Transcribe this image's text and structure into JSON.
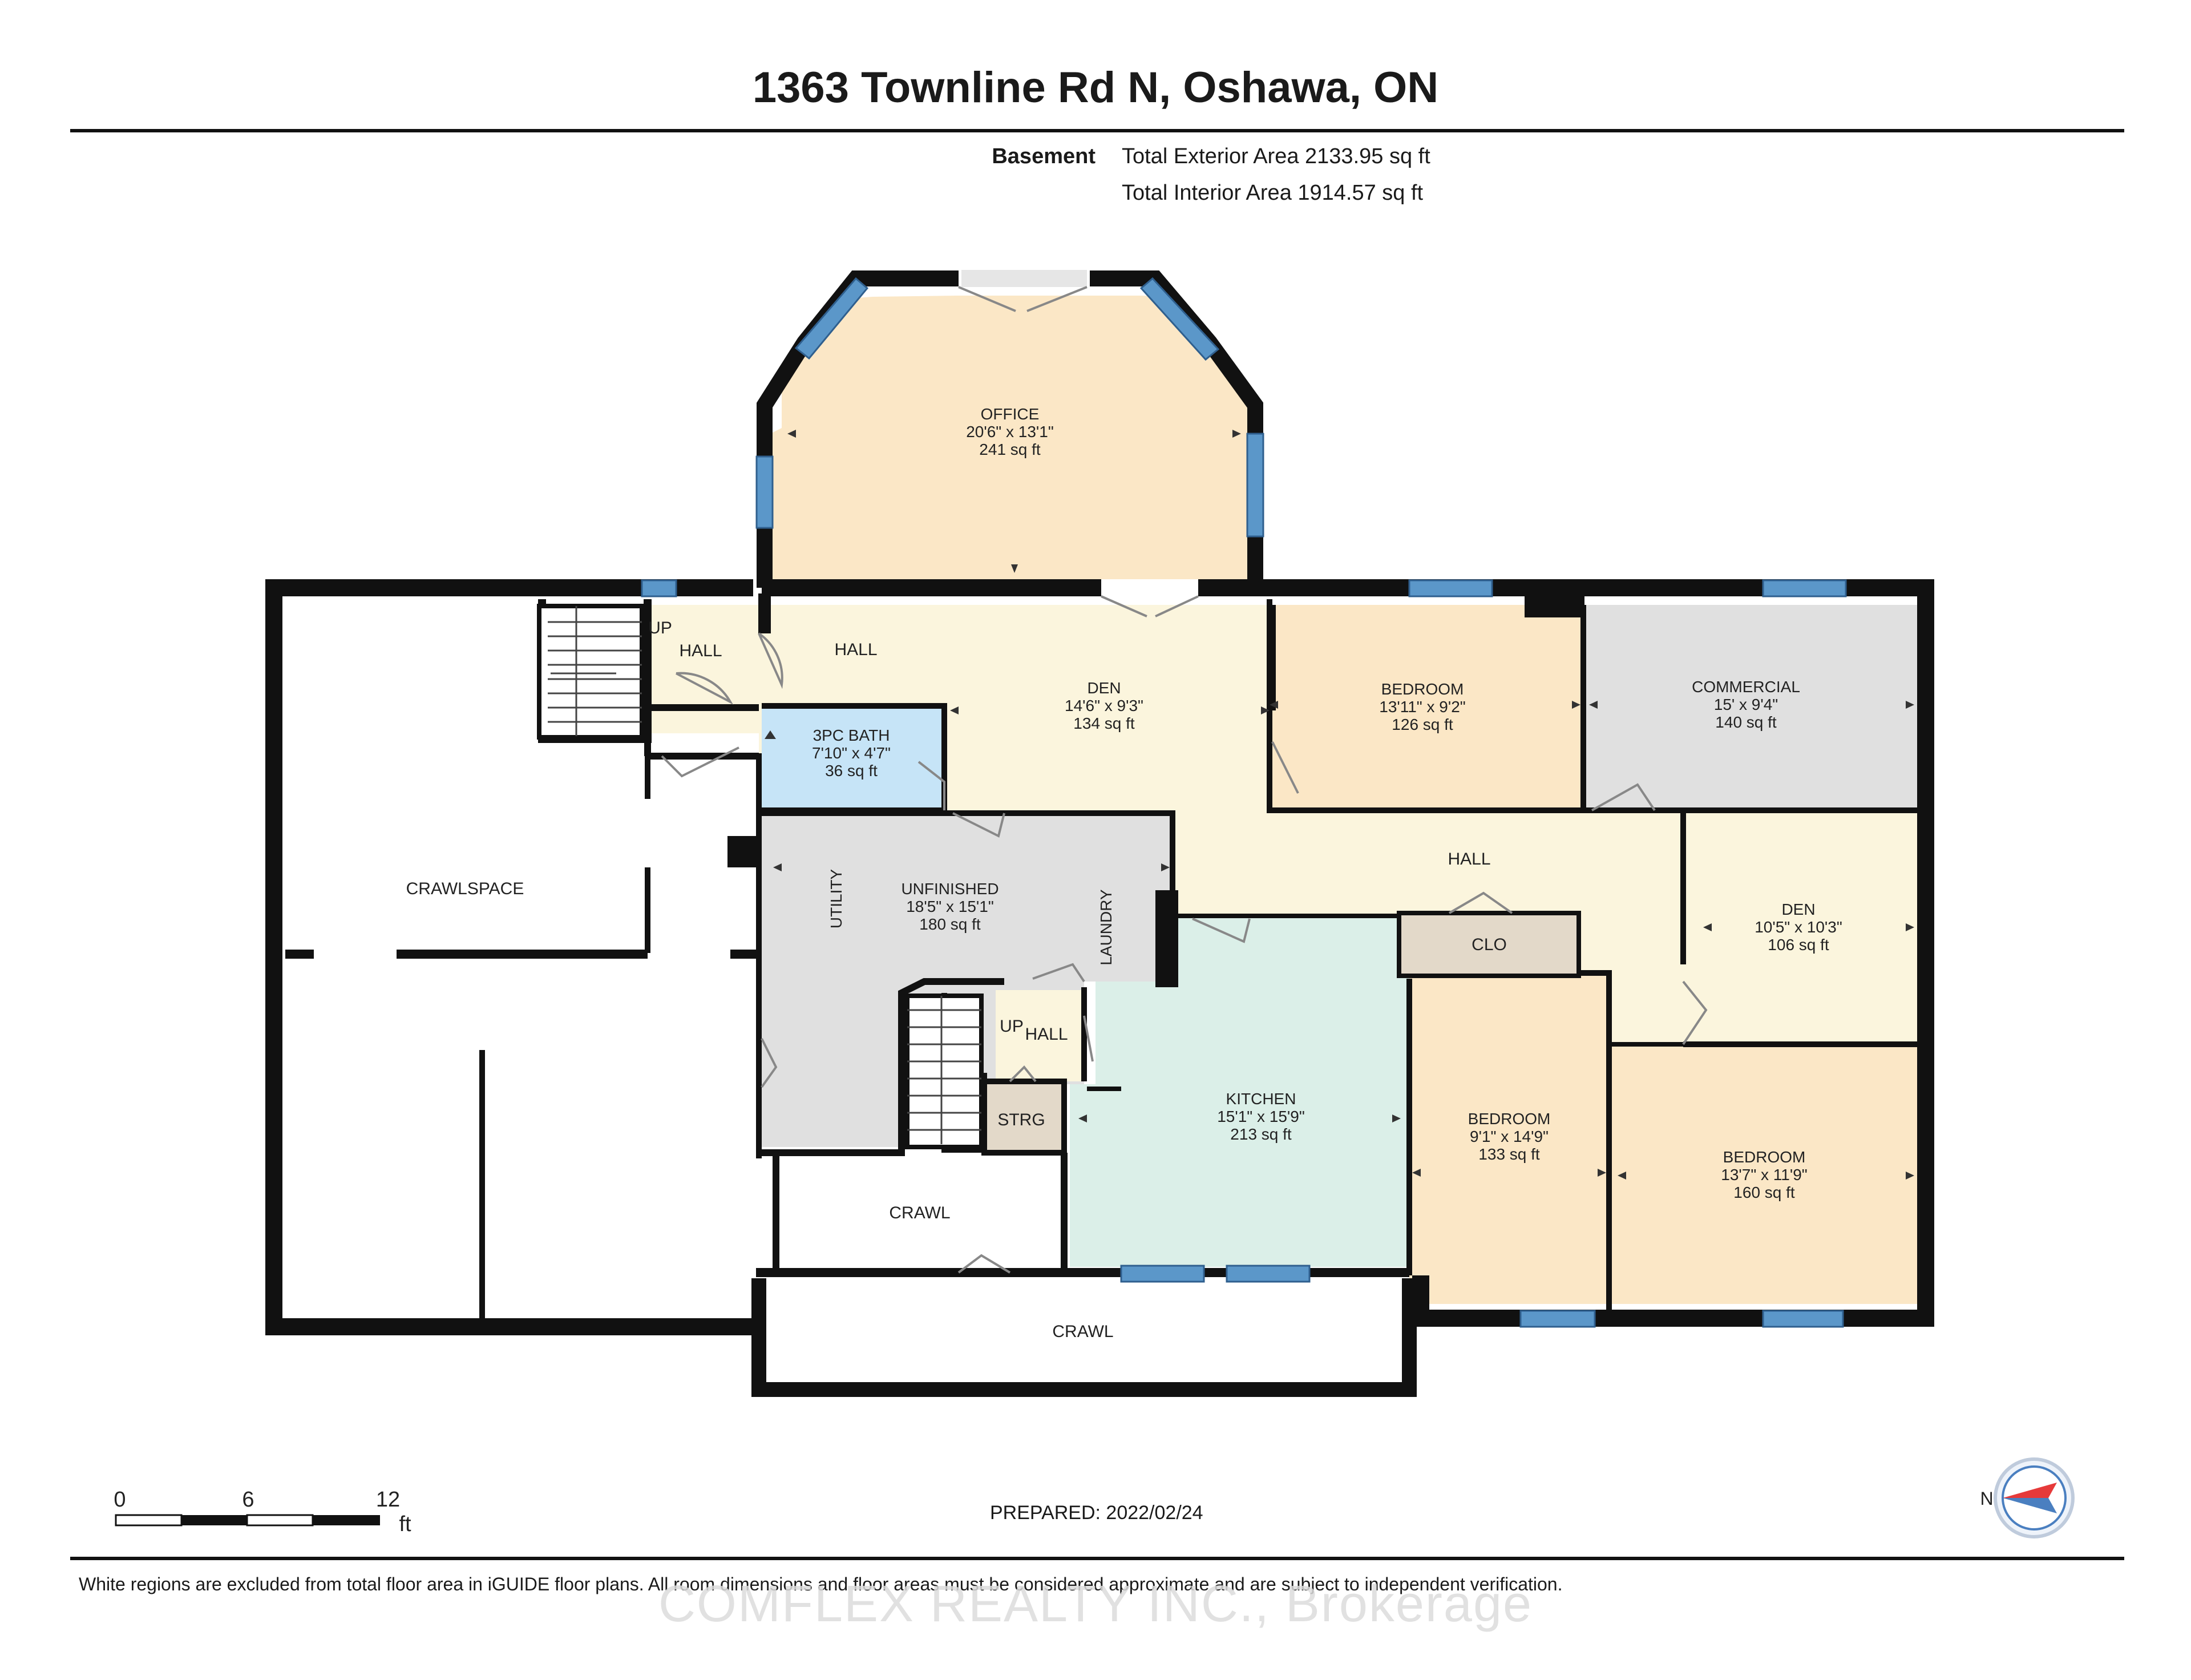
{
  "header": {
    "title": "1363 Townline Rd N, Oshawa, ON",
    "level": "Basement",
    "exterior_area": "Total Exterior Area 2133.95 sq ft",
    "interior_area": "Total Interior Area 1914.57 sq ft"
  },
  "rooms": [
    {
      "id": "office",
      "name": "OFFICE",
      "dims": "20'6\" x 13'1\"",
      "area": "241 sq ft",
      "color": "#fbe7c6"
    },
    {
      "id": "hall-small",
      "name": "HALL",
      "color": "#fbf5dd"
    },
    {
      "id": "hall-upper",
      "name": "HALL",
      "color": "#fbf5dd"
    },
    {
      "id": "den-main",
      "name": "DEN",
      "dims": "14'6\" x 9'3\"",
      "area": "134 sq ft",
      "color": "#fbf5dd"
    },
    {
      "id": "bedroom-1",
      "name": "BEDROOM",
      "dims": "13'11\" x 9'2\"",
      "area": "126 sq ft",
      "color": "#fbe7c6"
    },
    {
      "id": "commercial",
      "name": "COMMERCIAL",
      "dims": "15' x 9'4\"",
      "area": "140 sq ft",
      "color": "#e0e0e0"
    },
    {
      "id": "bath",
      "name": "3PC BATH",
      "dims": "7'10\" x 4'7\"",
      "area": "36 sq ft",
      "color": "#c6e4f7"
    },
    {
      "id": "unfinished",
      "name": "UNFINISHED",
      "dims": "18'5\" x 15'1\"",
      "area": "180 sq ft",
      "color": "#e0e0e0"
    },
    {
      "id": "utility",
      "name": "UTILITY"
    },
    {
      "id": "laundry",
      "name": "LAUNDRY"
    },
    {
      "id": "hall-center",
      "name": "HALL",
      "color": "#fbf5dd"
    },
    {
      "id": "den-2",
      "name": "DEN",
      "dims": "10'5\" x 10'3\"",
      "area": "106 sq ft",
      "color": "#fbf5dd"
    },
    {
      "id": "clo",
      "name": "CLO",
      "color": "#e3d9c9"
    },
    {
      "id": "kitchen",
      "name": "KITCHEN",
      "dims": "15'1\" x 15'9\"",
      "area": "213 sq ft",
      "color": "#dbefe8"
    },
    {
      "id": "bedroom-2",
      "name": "BEDROOM",
      "dims": "9'1\" x 14'9\"",
      "area": "133 sq ft",
      "color": "#fbe7c6"
    },
    {
      "id": "bedroom-3",
      "name": "BEDROOM",
      "dims": "13'7\" x 11'9\"",
      "area": "160 sq ft",
      "color": "#fbe7c6"
    },
    {
      "id": "hall-stair",
      "name": "HALL",
      "color": "#fbf5dd"
    },
    {
      "id": "strg",
      "name": "STRG",
      "color": "#e3d9c9"
    },
    {
      "id": "crawlspace",
      "name": "CRAWLSPACE"
    },
    {
      "id": "crawl-1",
      "name": "CRAWL"
    },
    {
      "id": "crawl-2",
      "name": "CRAWL"
    }
  ],
  "stairs_labels": [
    "UP",
    "UP"
  ],
  "scale_bar": {
    "labels": [
      "0",
      "6",
      "12"
    ],
    "unit": "ft"
  },
  "compass": {
    "label": "N",
    "accent": "#e63a3a",
    "ring": "#4a7fc0"
  },
  "prepared": "PREPARED: 2022/02/24",
  "footnote": "White regions are excluded from total floor area in iGUIDE floor plans. All room dimensions and floor areas must be considered approximate and are subject to independent verification.",
  "watermark": "COMFLEX REALTY INC., Brokerage",
  "colors": {
    "wall": "#111111",
    "window": "#5b97c9"
  }
}
